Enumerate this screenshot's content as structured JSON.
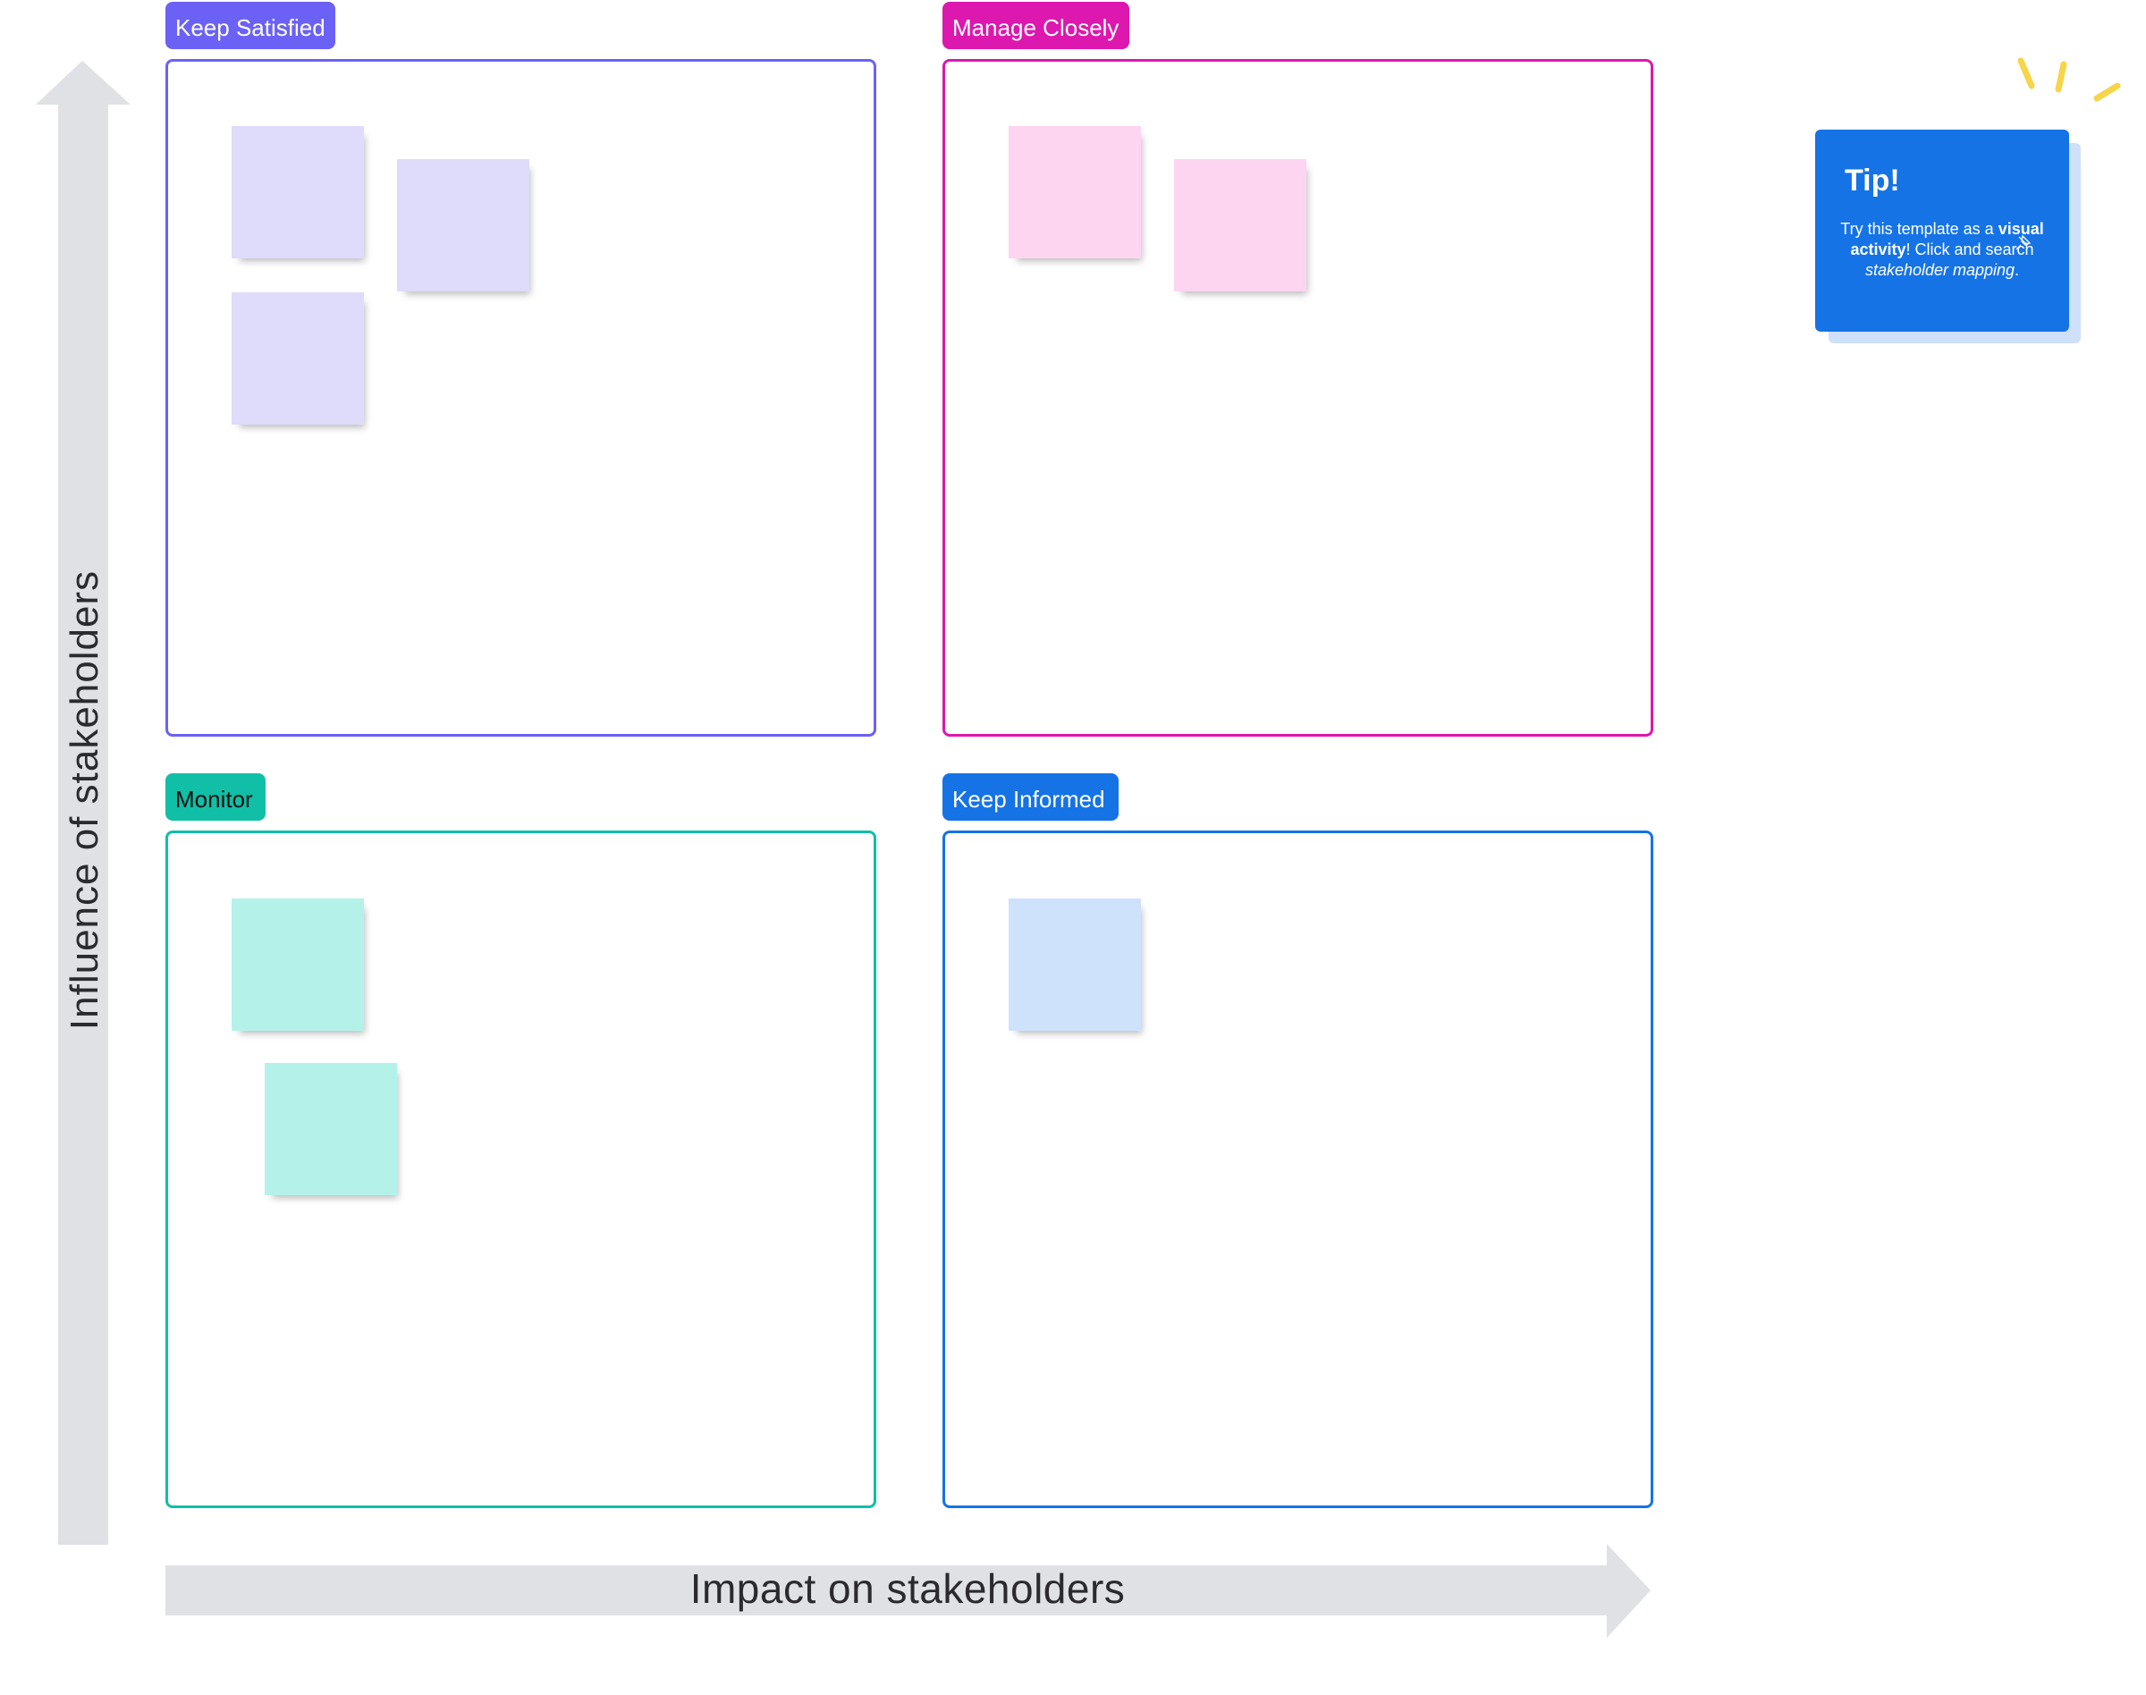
{
  "axes": {
    "y_label": "Influence of stakeholders",
    "x_label": "Impact on stakeholders"
  },
  "quadrants": {
    "keep_satisfied": {
      "label": "Keep Satisfied",
      "color": "#6b61f5",
      "notes": 3
    },
    "manage_closely": {
      "label": "Manage Closely",
      "color": "#dc18ae",
      "notes": 2
    },
    "monitor": {
      "label": "Monitor",
      "color": "#10bfa6",
      "notes": 2
    },
    "keep_informed": {
      "label": "Keep Informed",
      "color": "#1573e6",
      "notes": 1
    }
  },
  "tip": {
    "title": "Tip!",
    "text_1": "Try this template as a ",
    "bold": "visual activity",
    "text_2": "! Click and search ",
    "italic": "stakeholder mapping",
    "text_3": "."
  },
  "icons": {
    "tip_pin": "pin-icon",
    "spark": "sparkle-icon"
  }
}
